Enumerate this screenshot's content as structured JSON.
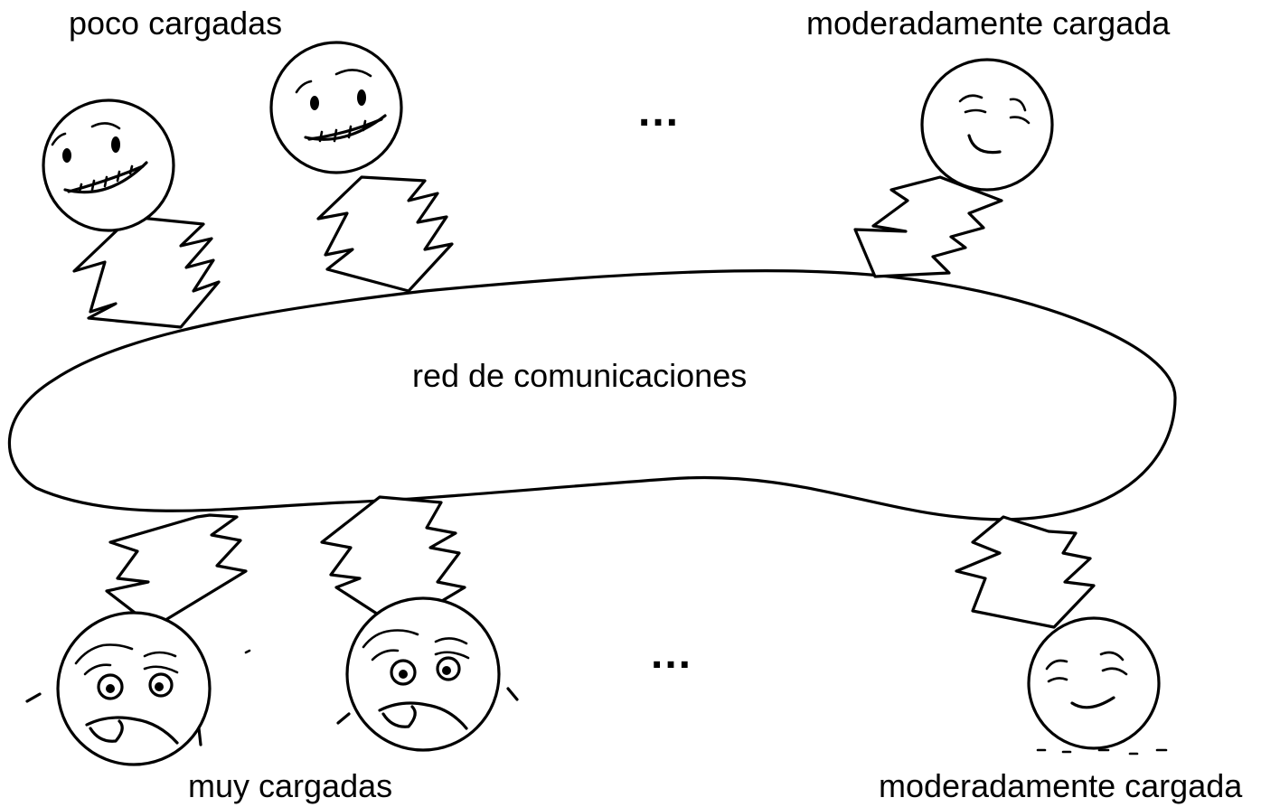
{
  "labels": {
    "top_left": "poco cargadas",
    "top_right": "moderadamente cargada",
    "bottom_left": "muy cargadas",
    "bottom_right": "moderadamente cargada",
    "network": "red de comunicaciones"
  },
  "ellipsis": {
    "top": "...",
    "bottom": "..."
  },
  "faces": {
    "top": [
      "smiling",
      "smiling",
      "content"
    ],
    "bottom": [
      "distressed",
      "distressed",
      "content"
    ]
  },
  "colors": {
    "ink": "#000000",
    "background": "#ffffff"
  }
}
